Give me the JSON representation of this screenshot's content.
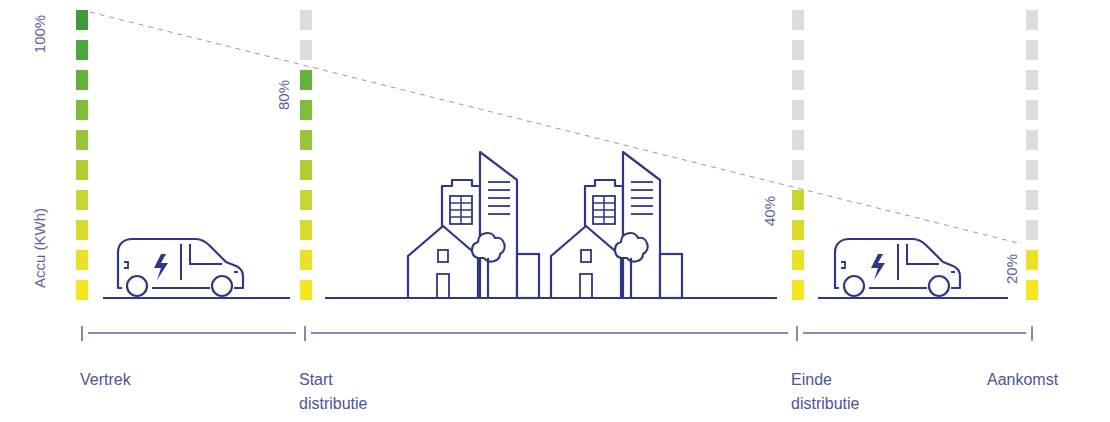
{
  "diagram": {
    "labels": [
      "100%",
      "Accu (KWh)",
      "80%",
      "40%",
      "20%",
      "Vertrek",
      "Start distributie",
      "Einde distributie",
      "Aankomst"
    ]
  }
}
